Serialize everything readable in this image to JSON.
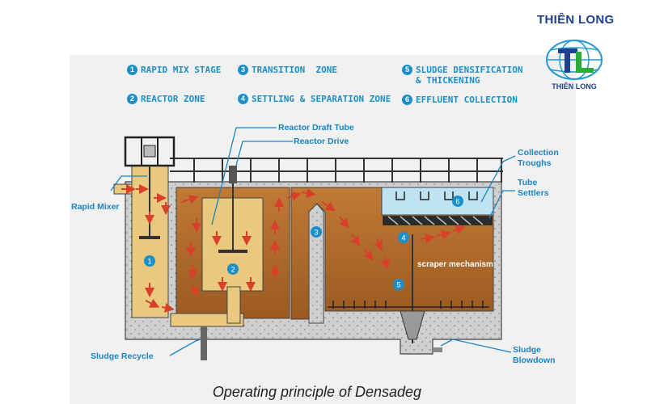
{
  "brand": {
    "name": "THIÊN LONG",
    "logo_letters": "TL",
    "logo_caption": "THIÊN LONG"
  },
  "legend": [
    {
      "num": "1",
      "label": "RAPID MIX STAGE"
    },
    {
      "num": "2",
      "label": "REACTOR ZONE"
    },
    {
      "num": "3",
      "label": "TRANSITION  ZONE"
    },
    {
      "num": "4",
      "label": "SETTLING & SEPARATION ZONE"
    },
    {
      "num": "5",
      "label": "SLUDGE DENSIFICATION\n& THICKENING"
    },
    {
      "num": "6",
      "label": "EFFLUENT COLLECTION"
    }
  ],
  "callouts": {
    "reactor_draft_tube": "Reactor Draft Tube",
    "reactor_drive": "Reactor Drive",
    "collection_troughs": "Collection\nTroughs",
    "tube_settlers": "Tube\nSettlers",
    "rapid_mixer": "Rapid Mixer",
    "scraper_mechanism": "scraper mechanism",
    "sludge_recycle": "Sludge Recycle",
    "sludge_blowdown": "Sludge\nBlowdown"
  },
  "markers": [
    "1",
    "2",
    "3",
    "4",
    "5",
    "6"
  ],
  "caption": "Operating principle of Densadeg",
  "colors": {
    "accent": "#1c8fc8",
    "brand": "#1f3f8f",
    "sludge": "#b5702e",
    "mix": "#e8c97e",
    "concrete": "#c9c9c9",
    "arrow": "#d8402a"
  }
}
